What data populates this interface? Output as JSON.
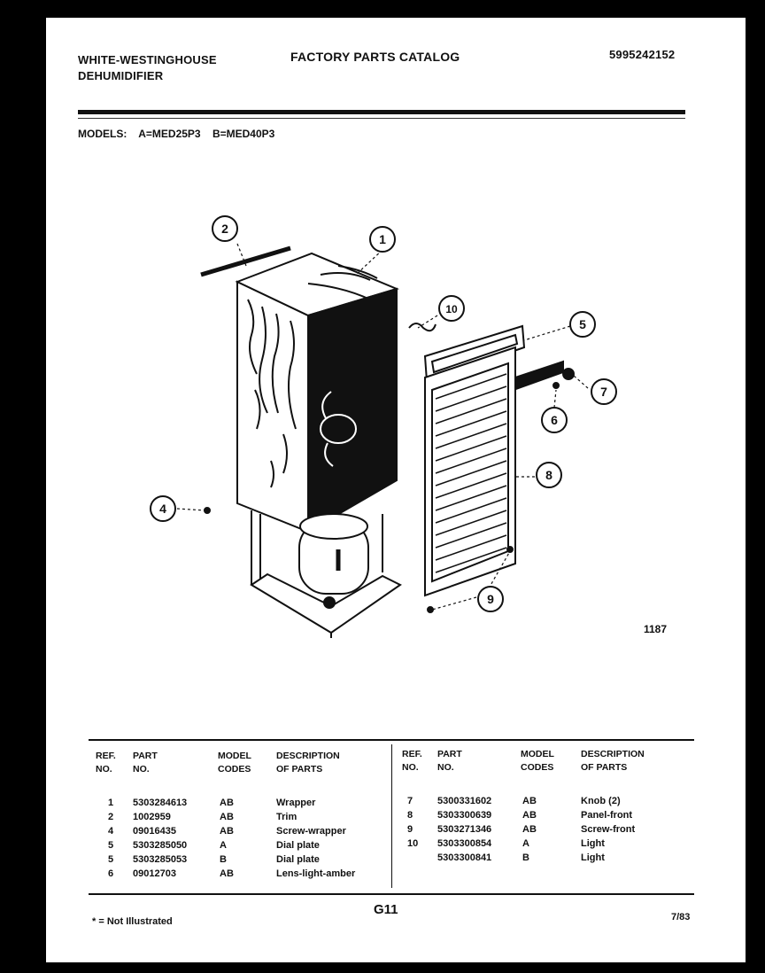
{
  "header": {
    "brand_line1": "WHITE-WESTINGHOUSE",
    "brand_line2": "DEHUMIDIFIER",
    "catalog_title": "FACTORY PARTS CATALOG",
    "catalog_number": "5995242152"
  },
  "models": {
    "label": "MODELS:",
    "model_a": "A=MED25P3",
    "model_b": "B=MED40P3"
  },
  "diagram": {
    "callouts": [
      "1",
      "2",
      "4",
      "5",
      "6",
      "7",
      "8",
      "9",
      "10"
    ],
    "figure_number": "1187"
  },
  "table": {
    "headers": {
      "ref": [
        "REF.",
        "NO."
      ],
      "part": [
        "PART",
        "NO."
      ],
      "model": [
        "MODEL",
        "CODES"
      ],
      "desc": [
        "DESCRIPTION",
        "OF PARTS"
      ]
    },
    "left_rows": [
      {
        "ref": "1",
        "part": "5303284613",
        "codes": "AB",
        "desc": "Wrapper"
      },
      {
        "ref": "2",
        "part": "1002959",
        "codes": "AB",
        "desc": "Trim"
      },
      {
        "ref": "4",
        "part": "09016435",
        "codes": "AB",
        "desc": "Screw-wrapper"
      },
      {
        "ref": "5",
        "part": "5303285050",
        "codes": "A",
        "desc": "Dial plate"
      },
      {
        "ref": "5",
        "part": "5303285053",
        "codes": "B",
        "desc": "Dial plate"
      },
      {
        "ref": "6",
        "part": "09012703",
        "codes": "AB",
        "desc": "Lens-light-amber"
      }
    ],
    "right_rows": [
      {
        "ref": "7",
        "part": "5300331602",
        "codes": "AB",
        "desc": "Knob (2)"
      },
      {
        "ref": "8",
        "part": "5303300639",
        "codes": "AB",
        "desc": "Panel-front"
      },
      {
        "ref": "9",
        "part": "5303271346",
        "codes": "AB",
        "desc": "Screw-front"
      },
      {
        "ref": "10",
        "part": "5303300854",
        "codes": "A",
        "desc": "Light"
      },
      {
        "ref": "",
        "part": "5303300841",
        "codes": "B",
        "desc": "Light"
      }
    ]
  },
  "footer": {
    "footnote": "* = Not Illustrated",
    "page_code": "G11",
    "date": "7/83"
  }
}
